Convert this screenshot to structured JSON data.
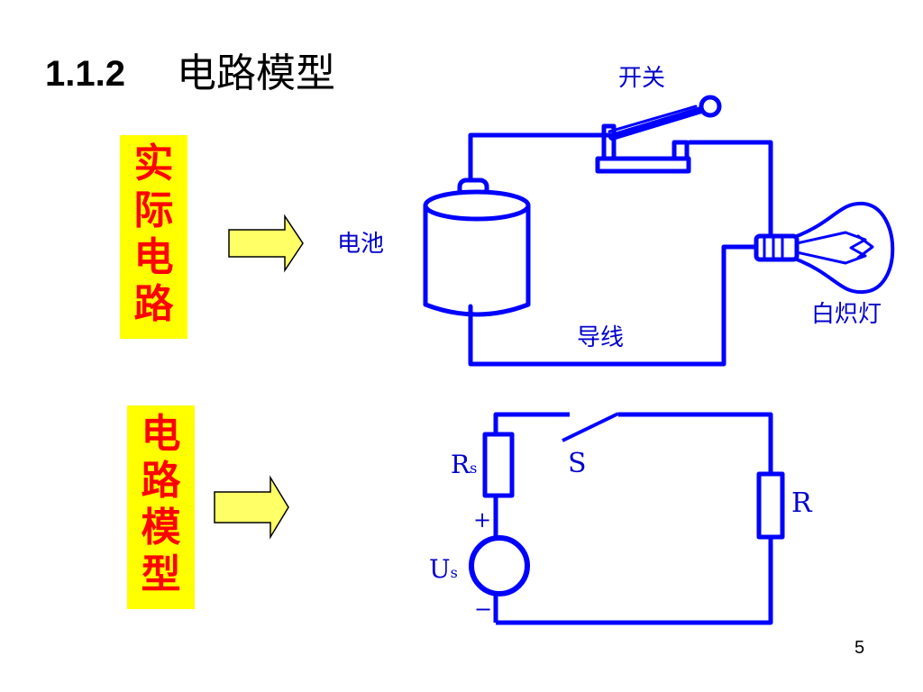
{
  "slide": {
    "section_number": "1.1.2",
    "title": "电路模型",
    "page_number": "5"
  },
  "left_boxes": {
    "top": [
      "实",
      "际",
      "电",
      "路"
    ],
    "bottom": [
      "电",
      "路",
      "模",
      "型"
    ]
  },
  "top_circuit": {
    "switch_label": "开关",
    "battery_label": "电池",
    "wire_label": "导线",
    "lamp_label": "白炽灯"
  },
  "bottom_circuit": {
    "source_resistor_main": "R",
    "source_resistor_sub": "s",
    "switch_label": "S",
    "load_resistor_label": "R",
    "source_main": "U",
    "source_sub": "s",
    "plus_sign": "+",
    "minus_sign": "−"
  },
  "colors": {
    "circuit": "#0000ff",
    "label_box_fill": "#ffff00",
    "label_box_text": "#ff0000",
    "arrow_fill": "#ffff66"
  }
}
